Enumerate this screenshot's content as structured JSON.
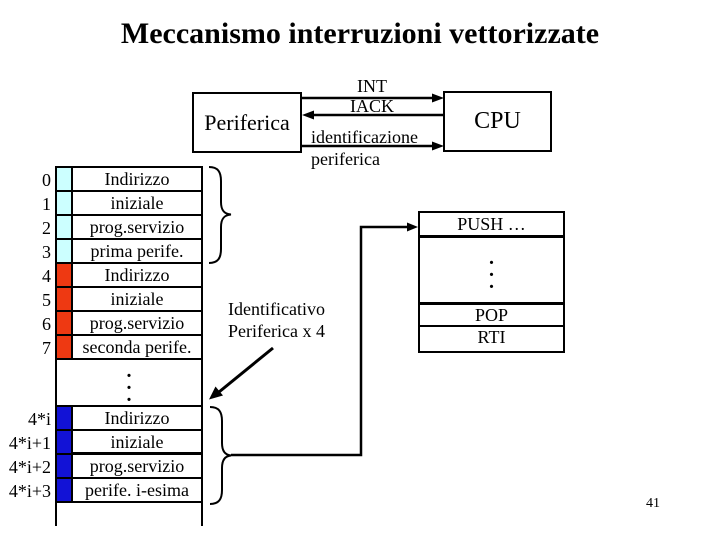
{
  "slide": {
    "title": "Meccanismo interruzioni vettorizzate",
    "page_number": "41"
  },
  "devices": {
    "peripheral_label": "Periferica",
    "cpu_label": "CPU"
  },
  "signals": {
    "int_label": "INT",
    "iack_label": "IACK",
    "identification_line1": "identificazione",
    "identification_line2": "periferica"
  },
  "vector_table": {
    "rows": [
      {
        "label": "0",
        "text": "Indirizzo",
        "color": "#ccffff"
      },
      {
        "label": "1",
        "text": "iniziale",
        "color": "#ccffff"
      },
      {
        "label": "2",
        "text": "prog.servizio",
        "color": "#ccffff"
      },
      {
        "label": "3",
        "text": "prima perife.",
        "color": "#ccffff"
      },
      {
        "label": "4",
        "text": "Indirizzo",
        "color": "#ee3912"
      },
      {
        "label": "5",
        "text": "iniziale",
        "color": "#ee3912"
      },
      {
        "label": "6",
        "text": "prog.servizio",
        "color": "#ee3912"
      },
      {
        "label": "7",
        "text": "seconda perife.",
        "color": "#ee3912"
      },
      {
        "label": "4*i",
        "text": "Indirizzo",
        "color": "#1212d6"
      },
      {
        "label": "4*i+1",
        "text": "iniziale",
        "color": "#1212d6"
      },
      {
        "label": "4*i+2",
        "text": "prog.servizio",
        "color": "#1212d6"
      },
      {
        "label": "4*i+3",
        "text": "perife. i-esima",
        "color": "#1212d6"
      }
    ]
  },
  "annotation": {
    "line1": "Identificativo",
    "line2": "Periferica x 4"
  },
  "isr": {
    "push_label": "PUSH …",
    "pop_label": "POP",
    "rti_label": "RTI"
  },
  "glyphs": {
    "dot": "."
  },
  "colors": {
    "line": "#000000",
    "background": "#ffffff",
    "group1_chip": "#ccffff",
    "group2_chip": "#ee3912",
    "group3_chip": "#1212d6"
  }
}
